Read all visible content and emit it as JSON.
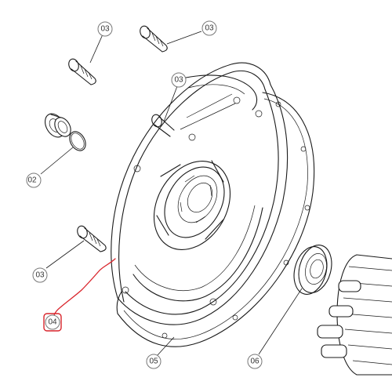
{
  "callouts": {
    "screw_top_right": "03",
    "screw_top_left": "03",
    "screw_mid": "03",
    "screw_lower_left": "03",
    "washer_partial": "02",
    "highlighted": "04",
    "gasket": "05",
    "bearing": "06"
  },
  "colors": {
    "line": "#1a1a1a",
    "callout_border": "#777777",
    "highlight": "#d9242b"
  }
}
